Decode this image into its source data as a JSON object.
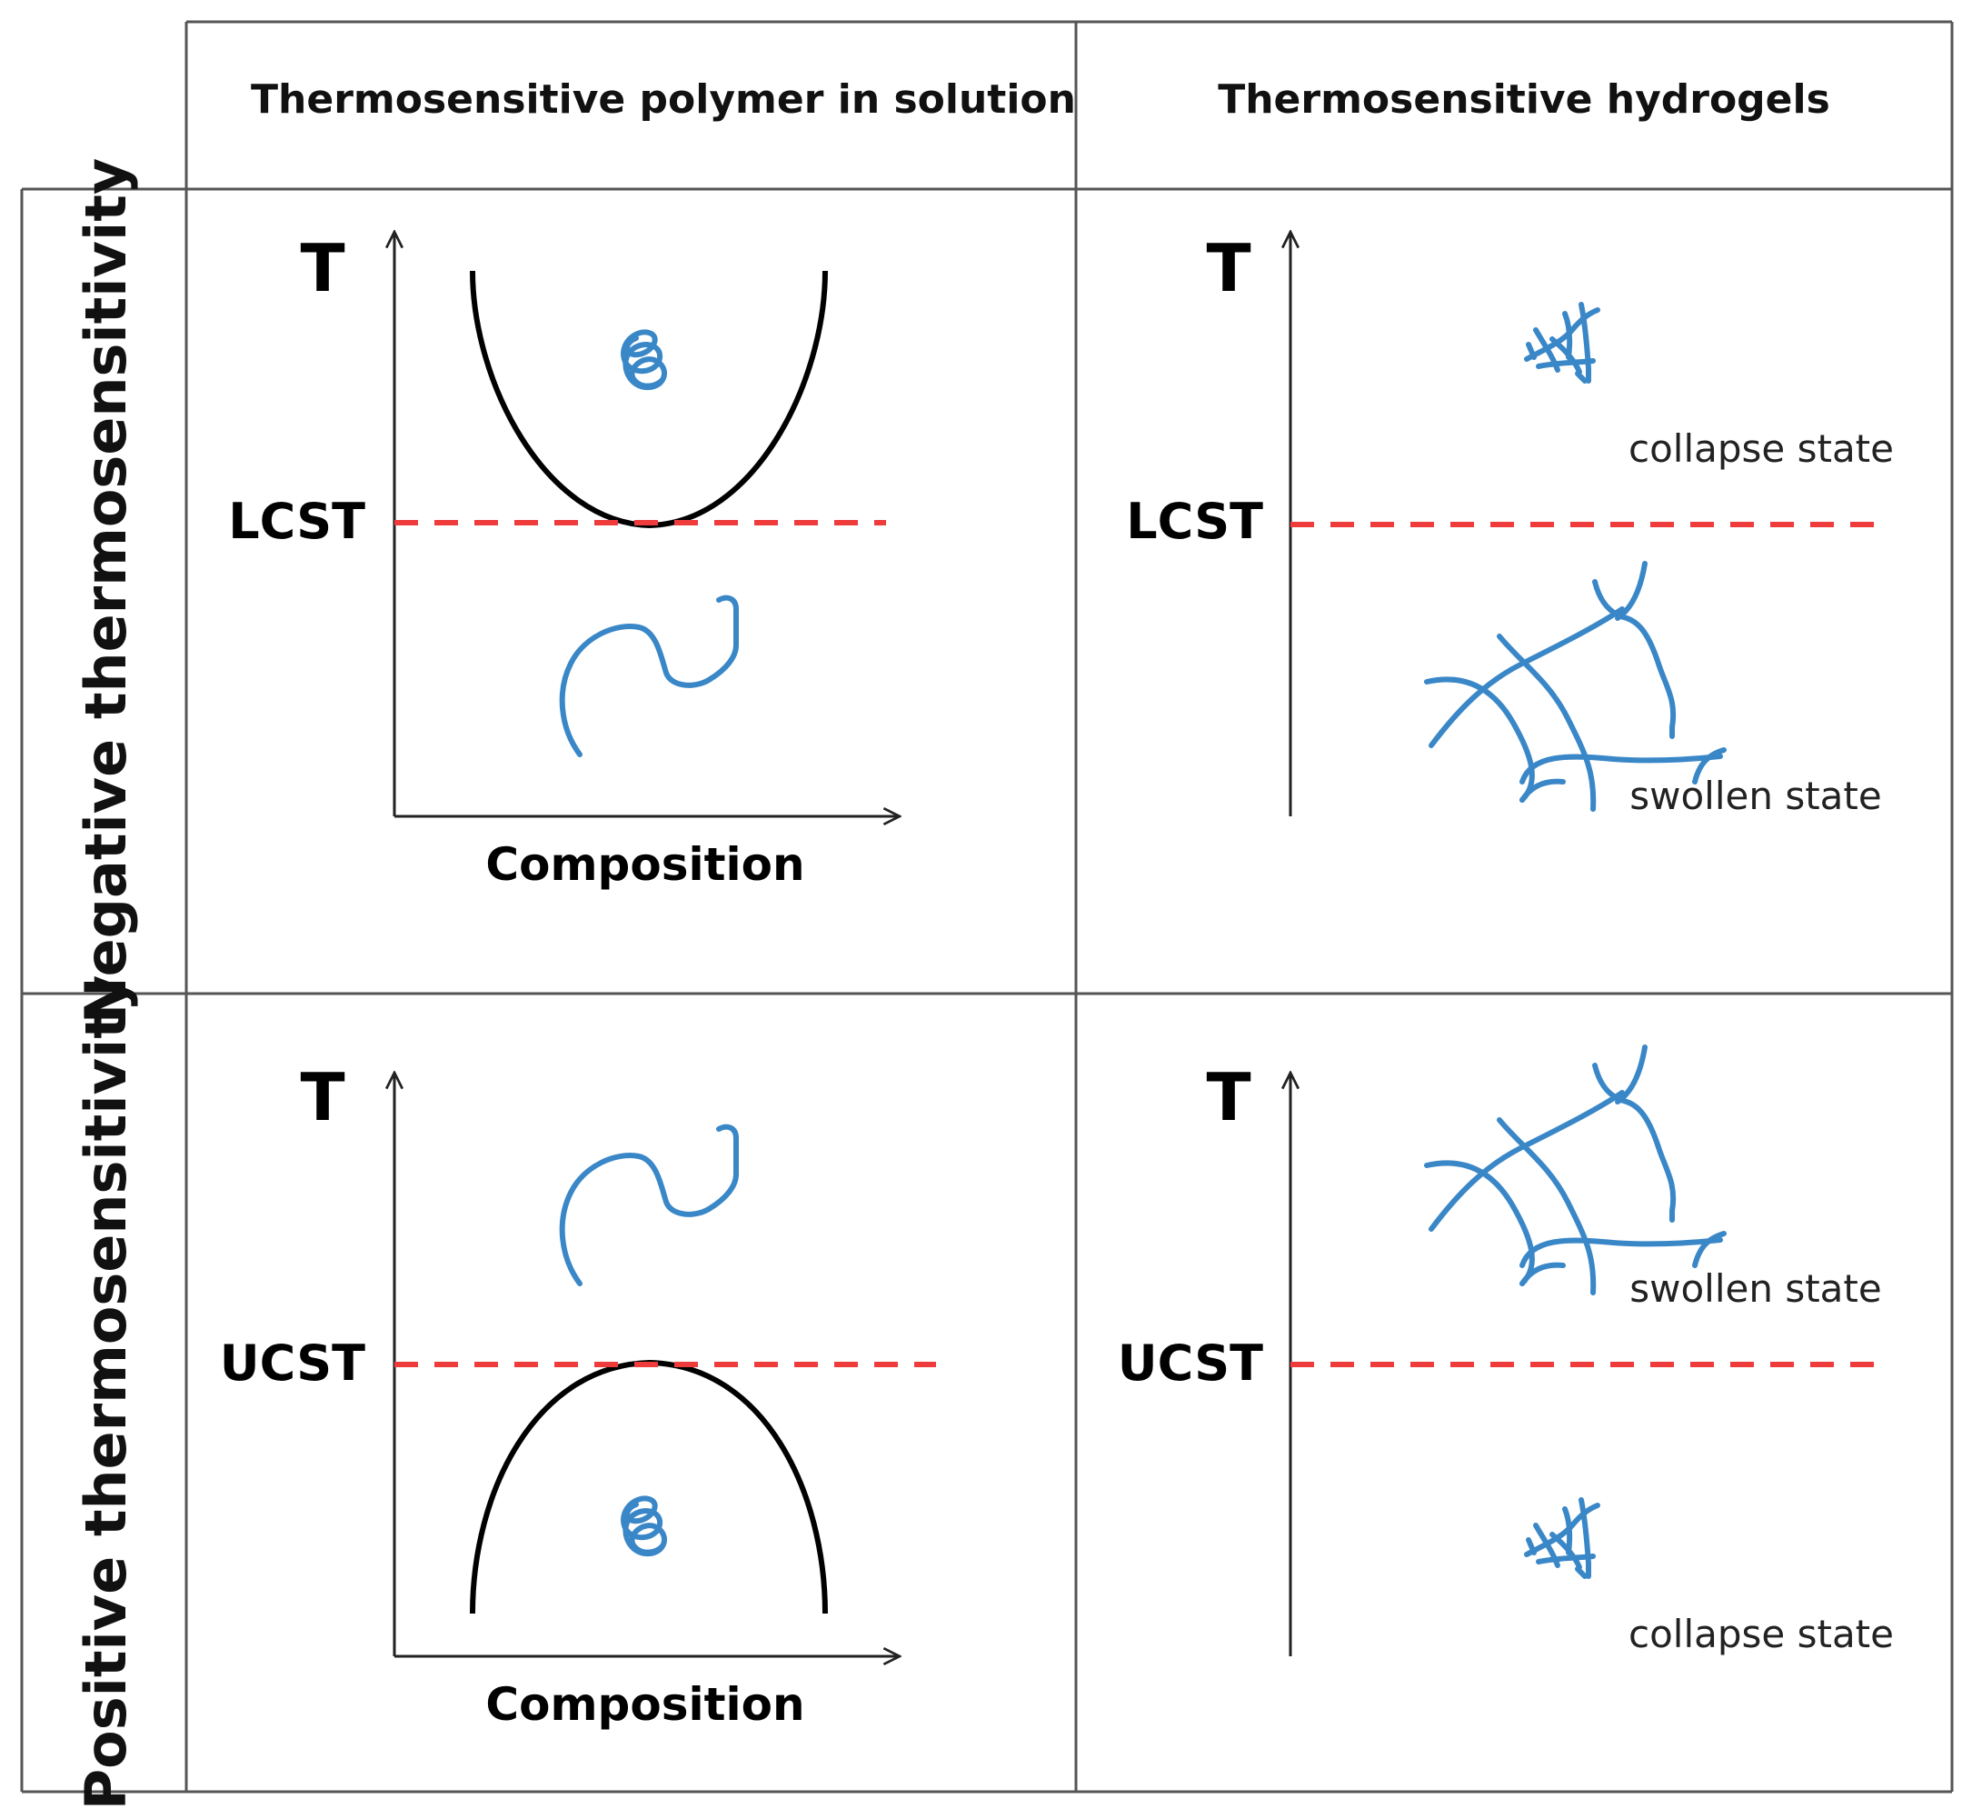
{
  "headers": {
    "col1": "Thermosensitive polymer in solution",
    "col2": "Thermosensitive hydrogels"
  },
  "rows": {
    "negative": "Negative thermosensitivity",
    "positive": "Positive thermosensitivity"
  },
  "panels": {
    "neg_solution": {
      "axis_y": "T",
      "axis_x": "Composition",
      "critical": "LCST"
    },
    "neg_hydrogel": {
      "axis_y": "T",
      "critical": "LCST",
      "upper_state": "collapse state",
      "lower_state": "swollen state"
    },
    "pos_solution": {
      "axis_y": "T",
      "axis_x": "Composition",
      "critical": "UCST"
    },
    "pos_hydrogel": {
      "axis_y": "T",
      "critical": "UCST",
      "upper_state": "swollen state",
      "lower_state": "collapse state"
    }
  },
  "colors": {
    "polymer": "#3a87c8",
    "critical_line": "#ee3b3b",
    "curve": "#000000"
  }
}
